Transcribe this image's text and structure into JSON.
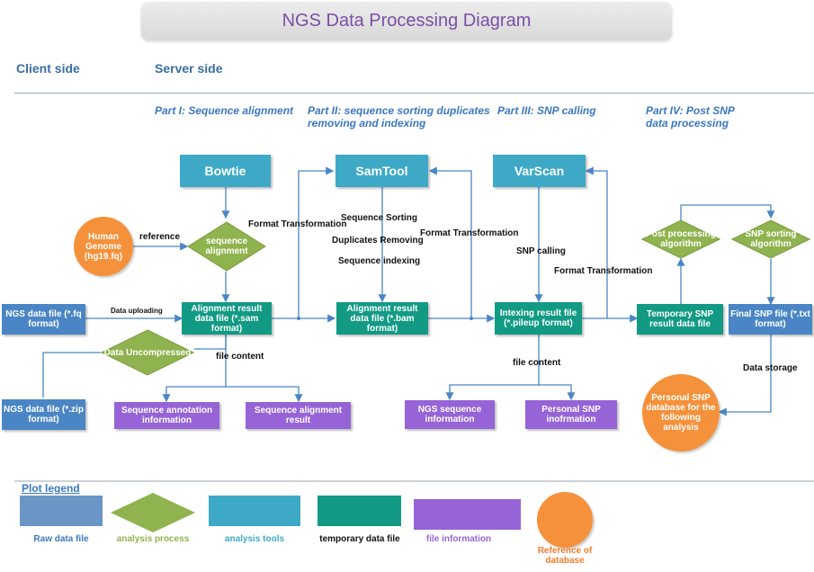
{
  "title": "NGS Data Processing  Diagram",
  "headers": {
    "client": "Client side",
    "server": "Server  side"
  },
  "parts": [
    "Part I: Sequence alignment",
    "Part II: sequence sorting duplicates removing and indexing",
    "Part III: SNP calling",
    "Part IV: Post SNP data processing"
  ],
  "tools": {
    "bowtie": "Bowtie",
    "samtool": "SamTool",
    "varscan": "VarScan"
  },
  "raw": {
    "ngs_fq": "NGS data file (*.fq format)",
    "ngs_zip": "NGS data file (*.zip format)",
    "final_snp": "Final SNP file (*.txt format)"
  },
  "processes": {
    "sequence_alignment": "sequence alignment",
    "data_uncompressed": "Data Uncompressed",
    "post_processing": "Post processing algorithm",
    "snp_sorting": "SNP sorting algorithm"
  },
  "temp": {
    "sam": "Alignment result data file (*.sam format)",
    "bam": "Alignment result data file (*.bam format)",
    "pileup": "Intexing result file (*.pileup format)",
    "temp_snp": "Temporary SNP result data file"
  },
  "info": {
    "seq_annotation": "Sequence annotation information",
    "seq_alignment_result": "Sequence alignment result",
    "ngs_seq_info": "NGS sequence information",
    "personal_snp_info": "Personal SNP inofrmation"
  },
  "databases": {
    "human_genome": "Human Genome (hg19.fq)",
    "personal_snp_db": "Personal SNP database for the following analysis"
  },
  "edge_labels": {
    "reference": "reference",
    "data_uploading": "Data uploading",
    "format_transformation_1": "Format Transformation",
    "sequence_sorting": "Sequence Sorting",
    "duplicates_removing": "Duplicates Removing",
    "sequence_indexing": "Sequence indexing",
    "format_transformation_2": "Format Transformation",
    "snp_calling": "SNP calling",
    "format_transformation_3": "Format Transformation",
    "file_content_1": "file content",
    "file_content_2": "file content",
    "data_storage": "Data storage"
  },
  "legend": {
    "title": "Plot legend",
    "items": [
      "Raw data file",
      "analysis process",
      "analysis tools",
      "temporary data file",
      "file information",
      "Reference of database"
    ]
  },
  "colors": {
    "raw": "#4a86c5",
    "process": "#8fb34e",
    "tool": "#3ea9c7",
    "temp": "#129a84",
    "info": "#9664d7",
    "database": "#f5913a"
  }
}
